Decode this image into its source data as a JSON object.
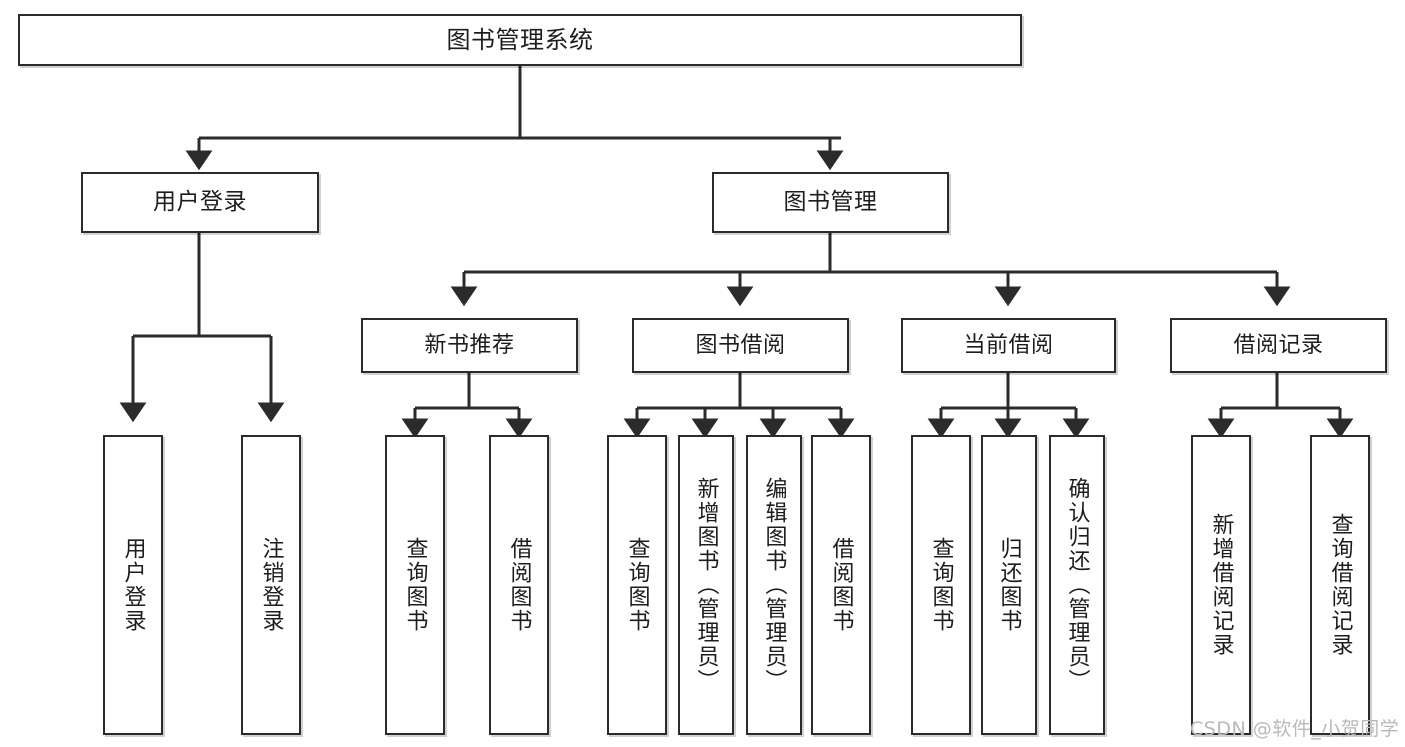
{
  "diagram": {
    "type": "tree-hierarchy",
    "title": "图书管理系统",
    "stroke_color": "#2b2b2b",
    "fill_color": "#ffffff",
    "text_color": "#1d1d1d",
    "nodes": {
      "root": {
        "label": "图书管理系统"
      },
      "level1": [
        {
          "id": "user-login",
          "label": "用户登录"
        },
        {
          "id": "book-management",
          "label": "图书管理"
        }
      ],
      "level2": [
        {
          "id": "new-book-recommend",
          "label": "新书推荐"
        },
        {
          "id": "book-borrow",
          "label": "图书借阅"
        },
        {
          "id": "current-borrow",
          "label": "当前借阅"
        },
        {
          "id": "borrow-record",
          "label": "借阅记录"
        }
      ],
      "leaves": [
        {
          "id": "leaf-user-login",
          "label": "用户登录",
          "parent": "user-login"
        },
        {
          "id": "leaf-logout",
          "label": "注销登录",
          "parent": "user-login"
        },
        {
          "id": "leaf-query-book-1",
          "label": "查询图书",
          "parent": "new-book-recommend"
        },
        {
          "id": "leaf-borrow-book-1",
          "label": "借阅图书",
          "parent": "new-book-recommend"
        },
        {
          "id": "leaf-query-book-2",
          "label": "查询图书",
          "parent": "book-borrow"
        },
        {
          "id": "leaf-add-book",
          "label": "新增图书（管理员）",
          "parent": "book-borrow"
        },
        {
          "id": "leaf-edit-book",
          "label": "编辑图书（管理员）",
          "parent": "book-borrow"
        },
        {
          "id": "leaf-borrow-book-2",
          "label": "借阅图书",
          "parent": "book-borrow"
        },
        {
          "id": "leaf-query-book-3",
          "label": "查询图书",
          "parent": "current-borrow"
        },
        {
          "id": "leaf-return-book",
          "label": "归还图书",
          "parent": "current-borrow"
        },
        {
          "id": "leaf-confirm-return",
          "label": "确认归还（管理员）",
          "parent": "current-borrow"
        },
        {
          "id": "leaf-add-record",
          "label": "新增借阅记录",
          "parent": "borrow-record"
        },
        {
          "id": "leaf-query-record",
          "label": "查询借阅记录",
          "parent": "borrow-record"
        }
      ]
    }
  },
  "watermark": {
    "text": "CSDN @软件_小贺同学"
  }
}
